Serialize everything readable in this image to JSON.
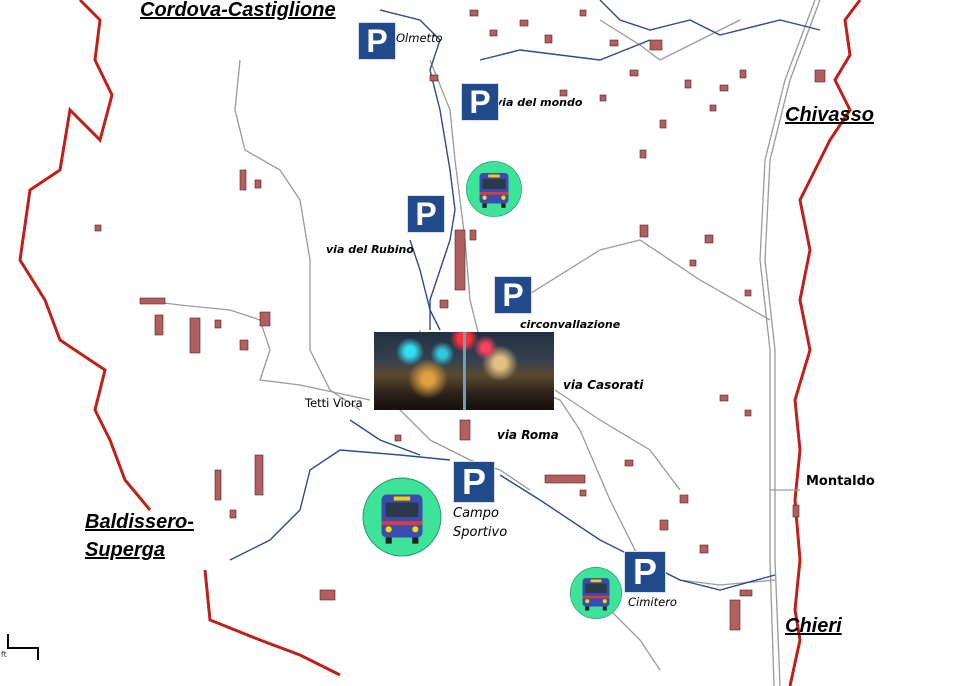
{
  "towns": {
    "cordova": "Cordova-Castiglione",
    "chivasso": "Chivasso",
    "montaldo": "Montaldo",
    "chieri": "Chieri",
    "baldissero_1": "Baldissero-",
    "baldissero_2": "Superga"
  },
  "streets": {
    "olmetto": "Olmetto",
    "via_del_mondo": "via del mondo",
    "via_del_rubino": "via del Rubino",
    "circonvallazione": "circonvallazione",
    "via_casorati": "via Casorati",
    "tetti_viora": "Tetti Viora",
    "via_roma": "via Roma",
    "campo_1": "Campo",
    "campo_2": "Sportivo",
    "cimitero": "Cimitero"
  },
  "parking_symbol": "P",
  "scale_unit": "ft",
  "icons": {
    "parking": "parking-sign-icon",
    "bus": "bus-stop-icon"
  },
  "colors": {
    "border": "#c0201a",
    "road": "#9a9a9a",
    "stream": "#2a4a9a",
    "building": "#b06060",
    "bus_circle": "#3ee39a",
    "parking": "#214a8c"
  }
}
